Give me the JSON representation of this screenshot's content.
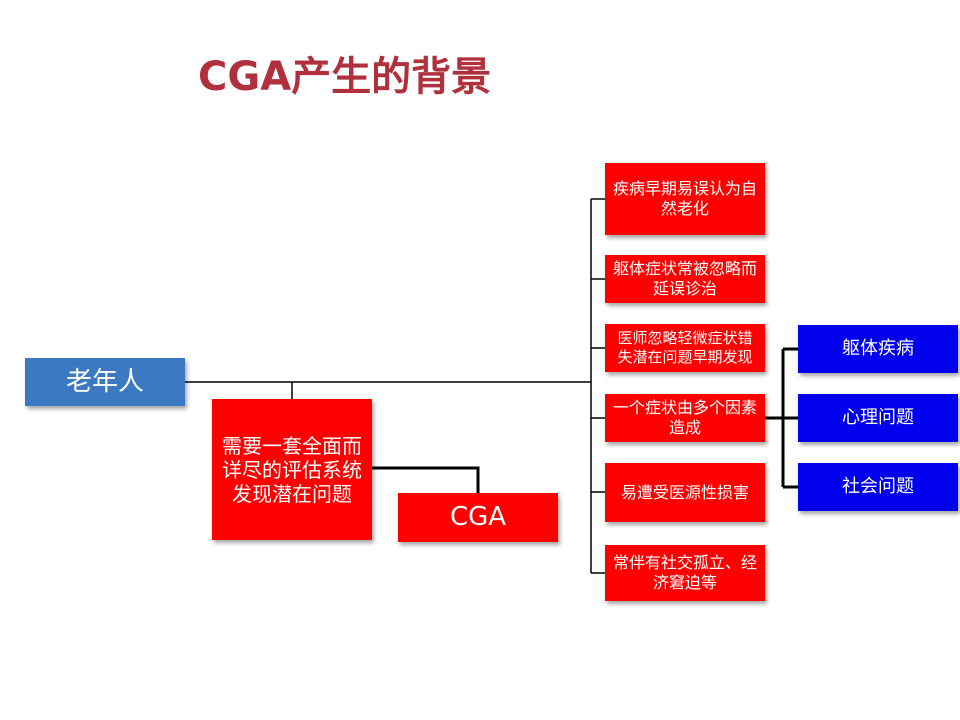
{
  "title": "CGA产生的背景",
  "nodes": {
    "elderly": "老年人",
    "need": "需要一套全面而详尽的评估系统发现潜在问题",
    "cga": "CGA"
  },
  "reasons": [
    "疾病早期易误认为自然老化",
    "躯体症状常被忽略而延误诊治",
    "医师忽略轻微症状错失潜在问题早期发现",
    "一个症状由多个因素造成",
    "易遭受医源性损害",
    "常伴有社交孤立、经济窘迫等"
  ],
  "factors": [
    "躯体疾病",
    "心理问题",
    "社会问题"
  ],
  "colors": {
    "title": "#b0313d",
    "red_box": "#ff0000",
    "blue_box": "#0000ee",
    "elderly_box": "#3b7ac2"
  }
}
